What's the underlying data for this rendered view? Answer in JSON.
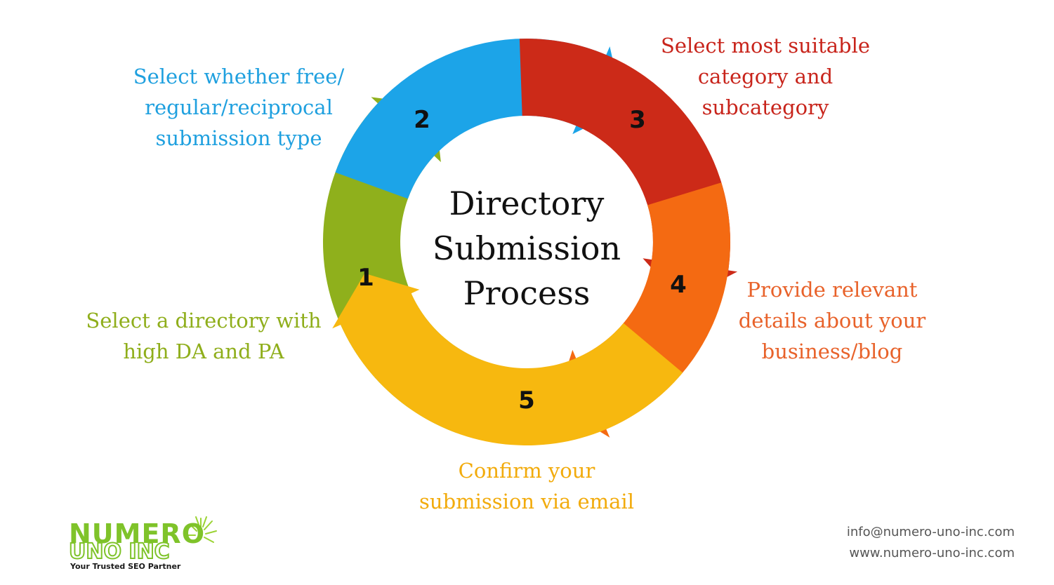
{
  "title": {
    "line1": "Directory",
    "line2": "Submission",
    "line3": "Process"
  },
  "steps": [
    {
      "number": "1",
      "color": "#8fb01c",
      "lines": [
        "Select a directory with",
        "high DA and PA"
      ]
    },
    {
      "number": "2",
      "color": "#1ca4e8",
      "lines": [
        "Select whether free/",
        "regular/reciprocal",
        "submission type"
      ]
    },
    {
      "number": "3",
      "color": "#cc2a18",
      "lines": [
        "Select most suitable",
        "category and",
        "subcategory"
      ]
    },
    {
      "number": "4",
      "color": "#f46a12",
      "lines": [
        "Provide relevant",
        "details about your",
        "business/blog"
      ]
    },
    {
      "number": "5",
      "color": "#f7b80f",
      "lines": [
        "Confirm your",
        "submission via email"
      ]
    }
  ],
  "logo": {
    "top": "NUMERO",
    "bottom": "UNO INC",
    "tagline": "Your Trusted SEO Partner"
  },
  "contact": {
    "email": "info@numero-uno-inc.com",
    "website": "www.numero-uno-inc.com"
  }
}
